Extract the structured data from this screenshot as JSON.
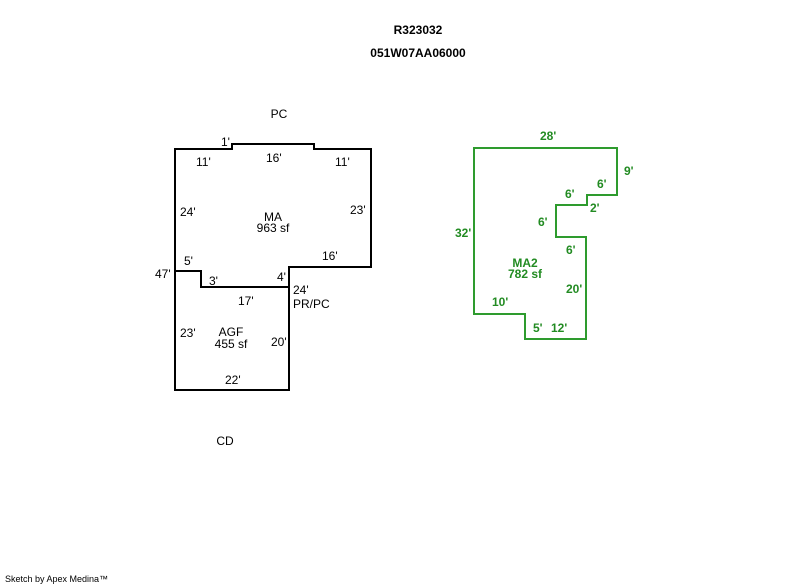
{
  "header": {
    "parcel_id": "R323032",
    "map_number": "051W07AA06000"
  },
  "colors": {
    "main_outline": "#000000",
    "secondary_outline": "#2e9b2e",
    "secondary_text": "#228B22"
  },
  "sketch_main": {
    "labels": {
      "pc_top": "PC",
      "cd_bottom": "CD",
      "pr_pc": "PR/PC"
    },
    "areas": [
      {
        "code": "MA",
        "size": "963 sf"
      },
      {
        "code": "AGF",
        "size": "455 sf"
      }
    ],
    "dimensions": {
      "top_notch": "1'",
      "top_left": "11'",
      "top_mid": "16'",
      "top_right": "11'",
      "left_upper": "24'",
      "right_upper": "23'",
      "right_step": "16'",
      "left_notch_5": "5'",
      "left_total": "47'",
      "notch_3": "3'",
      "step_4": "4'",
      "right_24": "24'",
      "mid_17": "17'",
      "left_lower": "23'",
      "right_lower": "20'",
      "bottom": "22'"
    }
  },
  "sketch_secondary": {
    "area": {
      "code": "MA2",
      "size": "782 sf"
    },
    "dimensions": {
      "top": "28'",
      "right_9": "9'",
      "step_6a": "6'",
      "step_6b": "6'",
      "step_2": "2'",
      "notch_6": "6'",
      "right_6": "6'",
      "left": "32'",
      "right_20": "20'",
      "bottom_10": "10'",
      "bottom_5": "5'",
      "bottom_12": "12'"
    }
  },
  "footer": {
    "credit": "Sketch by Apex Medina™"
  }
}
